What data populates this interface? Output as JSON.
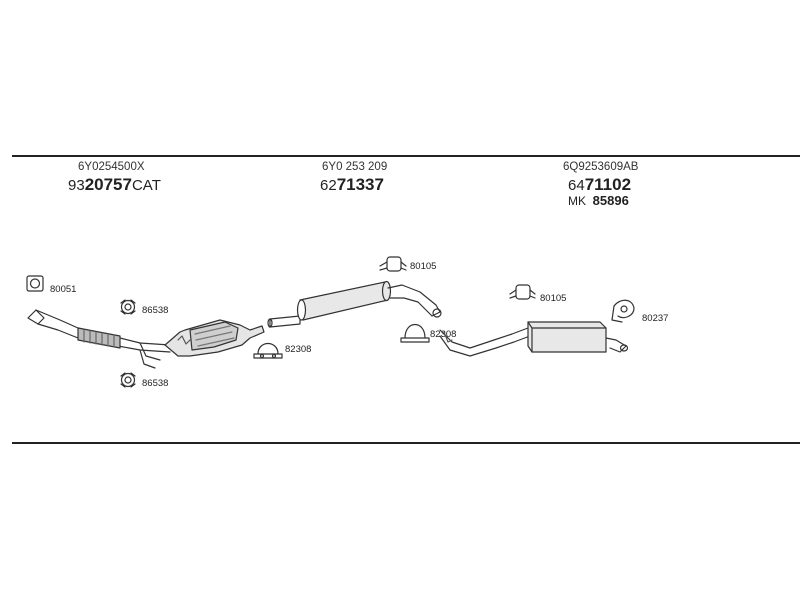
{
  "groups": [
    {
      "oem": "6Y0254500X",
      "prefix": "93",
      "number": "20757",
      "suffix": "CAT"
    },
    {
      "oem": "6Y0 253 209",
      "prefix": "62",
      "number": "71337"
    },
    {
      "oem": "6Q9253609AB",
      "prefix": "64",
      "number": "71102",
      "extra_prefix": "MK",
      "extra_number": "85896"
    }
  ],
  "parts": {
    "gasket_80051": "80051",
    "clamp_86538_a": "86538",
    "clamp_86538_b": "86538",
    "clamp_82308": "82308",
    "hanger_80105_a": "80105",
    "clamp_82308_b": "82308",
    "hanger_80105_b": "80105",
    "hanger_80237": "80237"
  }
}
